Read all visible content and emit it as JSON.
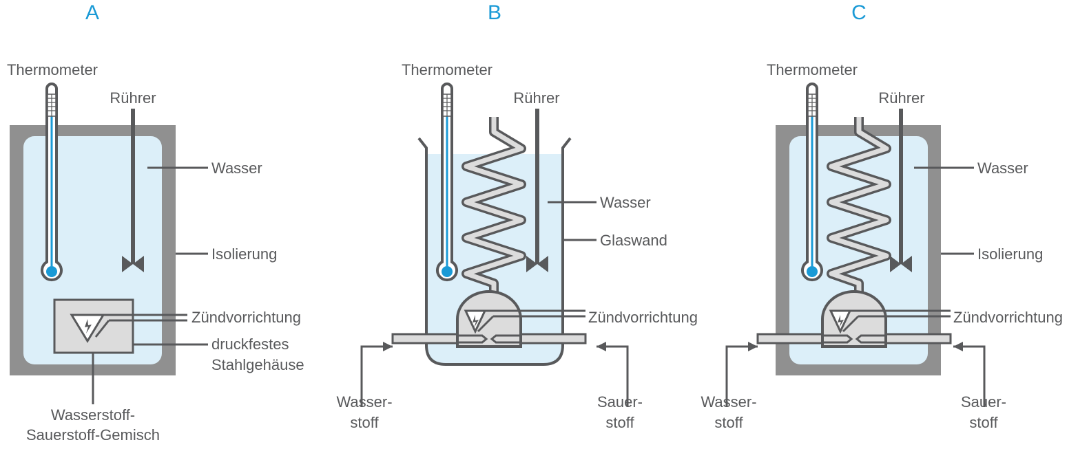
{
  "colors": {
    "accent": "#1a9ad6",
    "text": "#58595b",
    "line": "#58595b",
    "insulation": "#909090",
    "water": "#dceff9",
    "device": "#dcdcdc"
  },
  "panels": {
    "a": {
      "title": "A",
      "thermometer": "Thermometer",
      "stirrer": "Rührer",
      "water": "Wasser",
      "insulation": "Isolierung",
      "igniter": "Zündvorrichtung",
      "housing_1": "druckfestes",
      "housing_2": "Stahlgehäuse",
      "mixture_1": "Wasserstoff-",
      "mixture_2": "Sauerstoff-Gemisch"
    },
    "b": {
      "title": "B",
      "thermometer": "Thermometer",
      "stirrer": "Rührer",
      "water": "Wasser",
      "glass": "Glaswand",
      "igniter": "Zündvorrichtung",
      "hydrogen_1": "Wasser-",
      "hydrogen_2": "stoff",
      "oxygen_1": "Sauer-",
      "oxygen_2": "stoff"
    },
    "c": {
      "title": "C",
      "thermometer": "Thermometer",
      "stirrer": "Rührer",
      "water": "Wasser",
      "insulation": "Isolierung",
      "igniter": "Zündvorrichtung",
      "hydrogen_1": "Wasser-",
      "hydrogen_2": "stoff",
      "oxygen_1": "Sauer-",
      "oxygen_2": "stoff"
    }
  }
}
